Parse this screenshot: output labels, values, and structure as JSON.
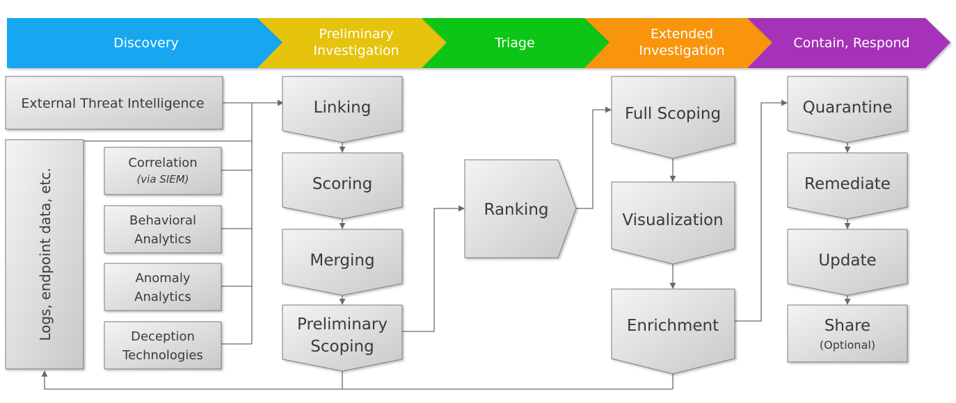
{
  "phases": [
    {
      "label_lines": [
        "Discovery"
      ],
      "color": "#14a7f0"
    },
    {
      "label_lines": [
        "Preliminary",
        "Investigation"
      ],
      "color": "#e6c30c"
    },
    {
      "label_lines": [
        "Triage"
      ],
      "color": "#11c513"
    },
    {
      "label_lines": [
        "Extended",
        "Investigation"
      ],
      "color": "#f8950b"
    },
    {
      "label_lines": [
        "Contain, Respond"
      ],
      "color": "#a532b8"
    }
  ],
  "discovery": {
    "threat_intel": "External Threat Intelligence",
    "logs": "Logs, endpoint data, etc.",
    "sources": [
      {
        "lines": [
          "Correlation",
          "(via SIEM)"
        ]
      },
      {
        "lines": [
          "Behavioral",
          "Analytics"
        ]
      },
      {
        "lines": [
          "Anomaly",
          "Analytics"
        ]
      },
      {
        "lines": [
          "Deception",
          "Technologies"
        ]
      }
    ]
  },
  "preliminary": [
    {
      "lines": [
        "Linking"
      ]
    },
    {
      "lines": [
        "Scoring"
      ]
    },
    {
      "lines": [
        "Merging"
      ]
    },
    {
      "lines": [
        "Preliminary",
        "Scoping"
      ]
    }
  ],
  "triage": {
    "label": "Ranking"
  },
  "extended": [
    {
      "lines": [
        "Full Scoping"
      ]
    },
    {
      "lines": [
        "Visualization"
      ]
    },
    {
      "lines": [
        "Enrichment"
      ]
    }
  ],
  "respond": [
    {
      "lines": [
        "Quarantine"
      ]
    },
    {
      "lines": [
        "Remediate"
      ]
    },
    {
      "lines": [
        "Update"
      ]
    },
    {
      "lines": [
        "Share",
        "(Optional)"
      ]
    }
  ]
}
